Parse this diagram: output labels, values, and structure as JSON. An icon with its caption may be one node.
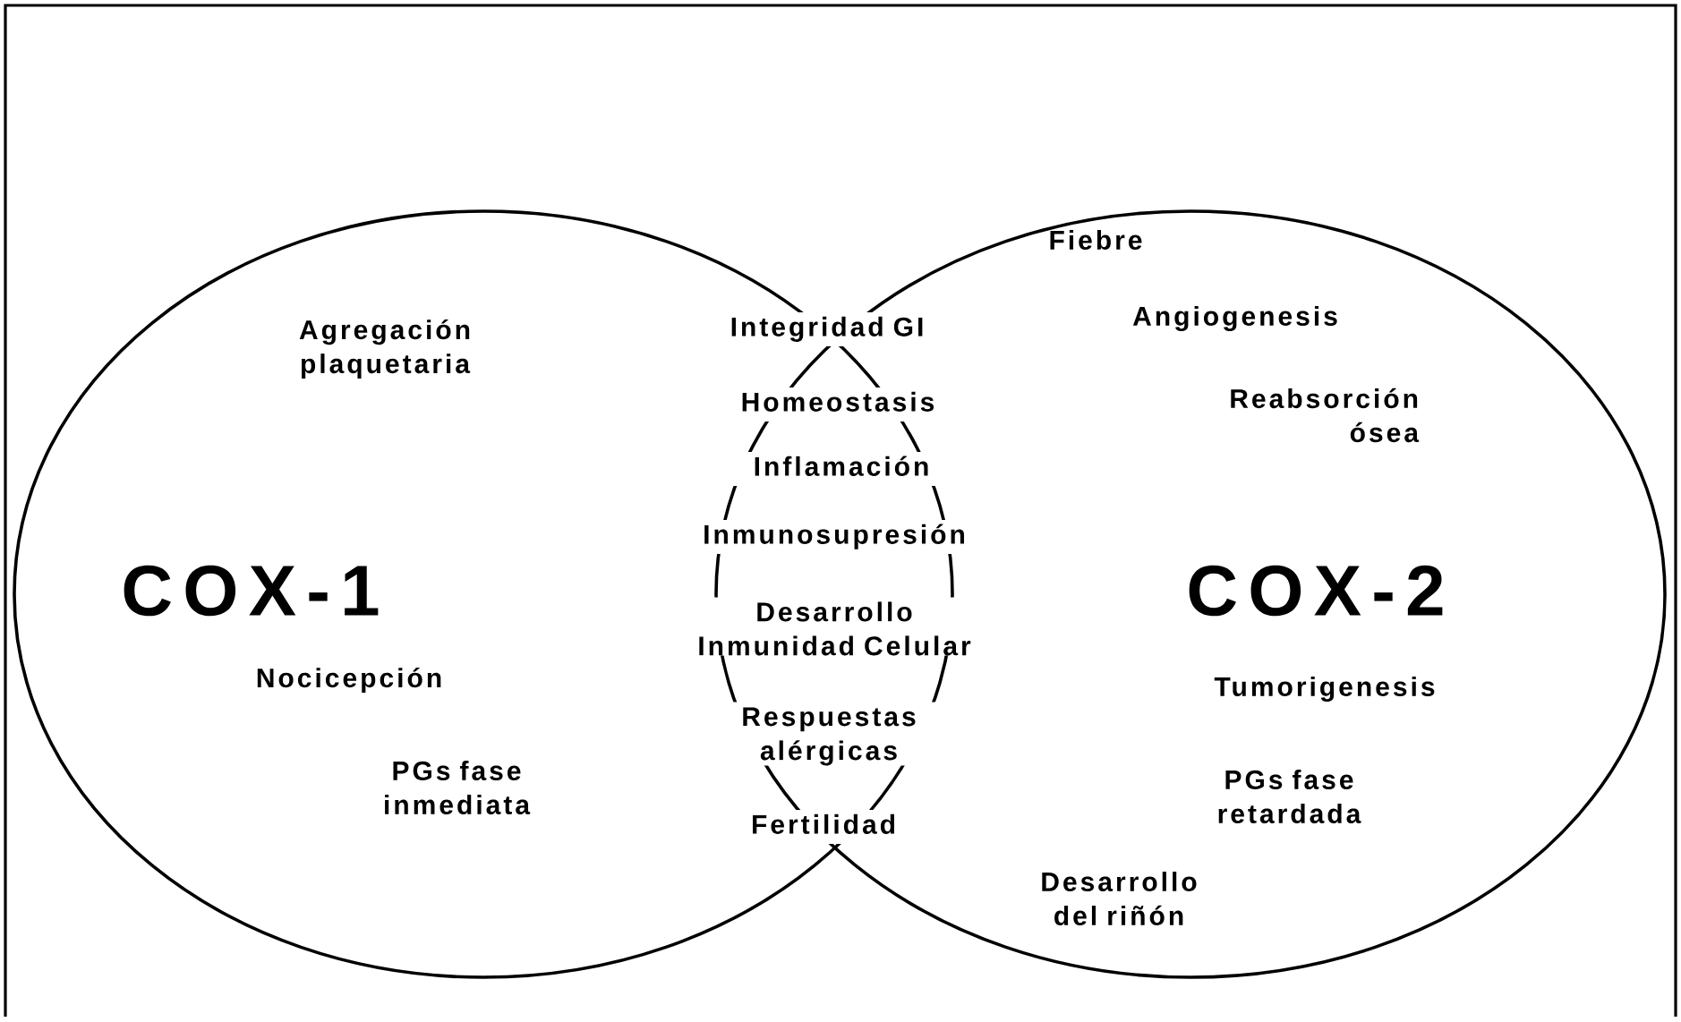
{
  "diagram": {
    "nodes": [
      {
        "text": [
          "COX-1",
          "Agregación plaquetaria",
          "Nocicepción",
          "PGs fase inmediata"
        ]
      },
      {
        "text": [
          "COX-2",
          "Fiebre",
          "Angiogenesis",
          "Reabsorción ósea",
          "Tumorigenesis",
          "PGs fase retardada",
          "Desarrollo del riñón"
        ]
      }
    ],
    "labels": [
      "Integridad GI",
      "Homeostasis",
      "Inflamación",
      "Inmunosupresión",
      "Desarrollo Inmunidad Celular",
      "Respuestas alérgicas",
      "Fertilidad"
    ]
  }
}
